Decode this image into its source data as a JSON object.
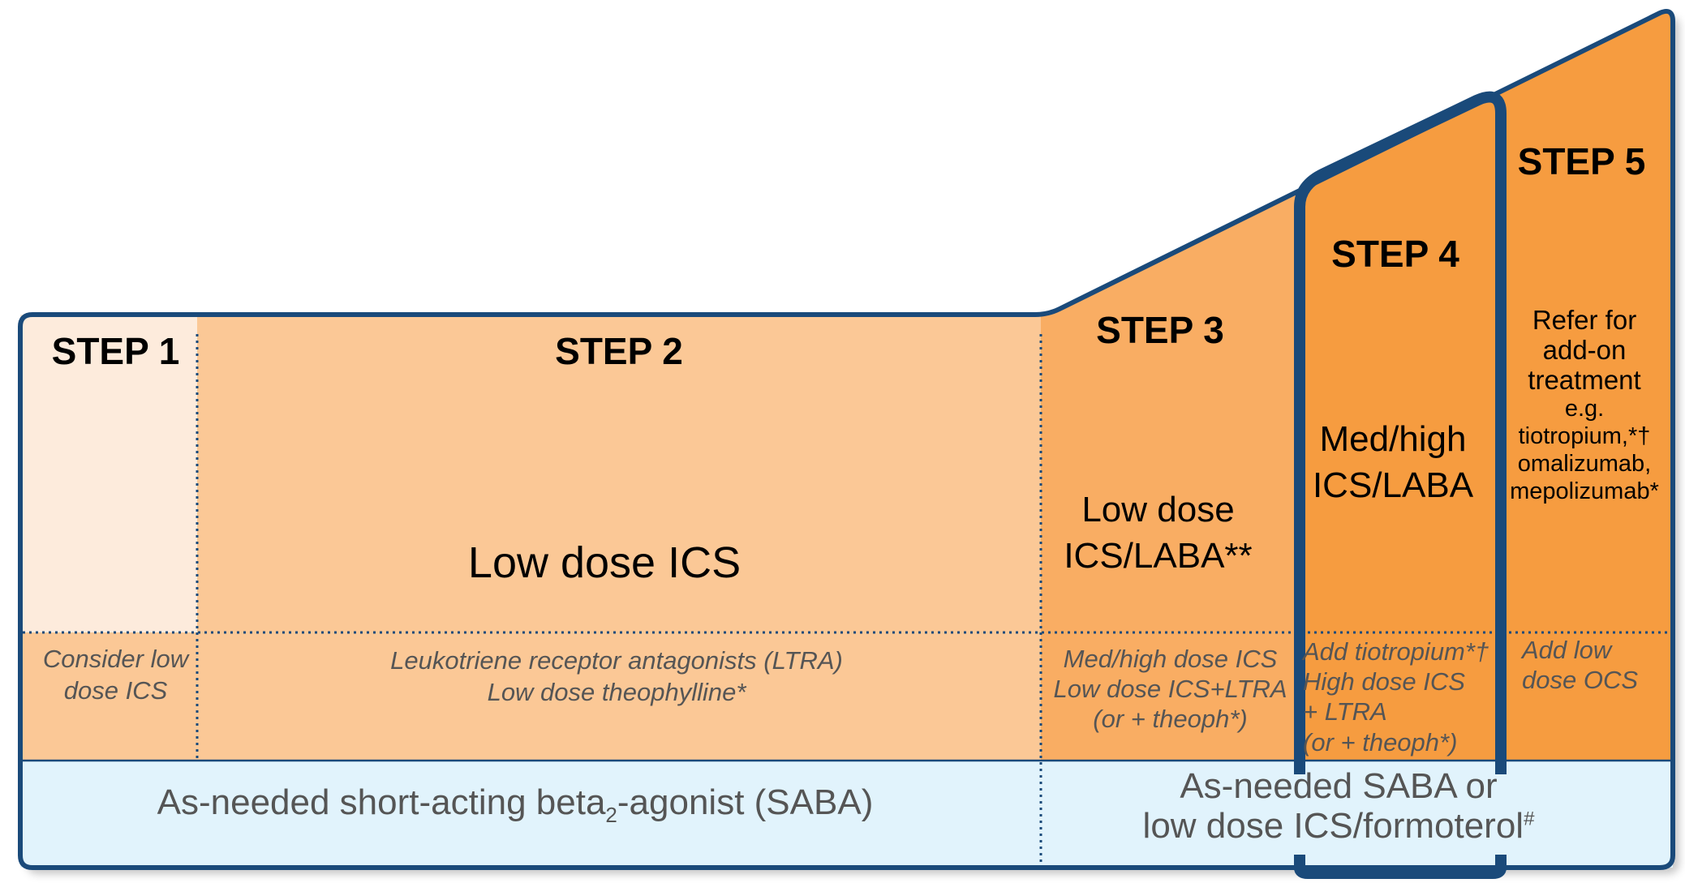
{
  "colors": {
    "step1_top": "#FDEBDC",
    "step12_fill": "#FBC896",
    "step3_fill": "#F9AD63",
    "step45_fill": "#F69C40",
    "reliever_fill": "#E1F3FC",
    "outline": "#1A4A7A",
    "secondary_text": "#555555"
  },
  "steps": {
    "step1": {
      "label": "STEP 1",
      "other_option": [
        "Consider low",
        "dose ICS"
      ]
    },
    "step2": {
      "label": "STEP 2",
      "preferred": "Low dose ICS",
      "other_options": [
        "Leukotriene receptor antagonists (LTRA)",
        "Low dose theophylline*"
      ]
    },
    "step3": {
      "label": "STEP 3",
      "preferred": [
        "Low dose",
        "ICS/LABA**"
      ],
      "other_options": [
        "Med/high dose ICS",
        "Low dose ICS+LTRA",
        "(or + theoph*)"
      ]
    },
    "step4": {
      "label": "STEP 4",
      "preferred": [
        "Med/high",
        "ICS/LABA"
      ],
      "other_options": [
        "Add tiotropium*†",
        "High dose ICS",
        "+ LTRA",
        "(or + theoph*)"
      ]
    },
    "step5": {
      "label": "STEP 5",
      "preferred_lines": [
        "Refer for",
        "add-on",
        "treatment"
      ],
      "preferred_small": [
        "e.g.",
        "tiotropium,*†",
        "omalizumab,",
        "mepolizumab*"
      ],
      "other_options": [
        "Add low",
        "dose OCS"
      ]
    }
  },
  "reliever": {
    "left_pre": "As-needed short-acting beta",
    "left_sub": "2",
    "left_post": "-agonist (SABA)",
    "right_line1": "As-needed SABA or",
    "right_line2": "low dose ICS/formoterol",
    "right_sup": "#"
  }
}
